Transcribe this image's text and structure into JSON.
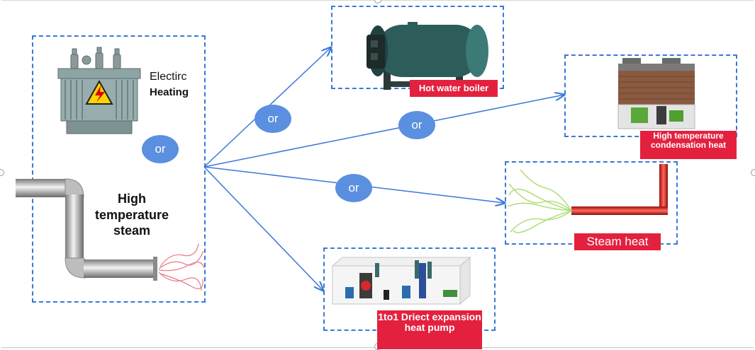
{
  "source": {
    "electric_word": "Electirc",
    "heating_word": "Heating",
    "or_label": "or",
    "steam_label": "High temperature steam"
  },
  "connector_labels": {
    "or_1": "or",
    "or_2": "or",
    "or_3": "or"
  },
  "targets": {
    "hot_water_boiler": "Hot water boiler",
    "condensation_heat": "High temperature condensation heat",
    "steam_heat": "Steam heat",
    "heat_pump": "1to1 Driect expansion heat pump"
  },
  "colors": {
    "dash_border": "#3a78d8",
    "arrow": "#3a78d8",
    "or_bubble": "#5b8fe0",
    "label_red": "#e3213f"
  },
  "icons": [
    "transformer-icon",
    "steam-pipe-icon",
    "boiler-icon",
    "condensing-unit-icon",
    "steam-heat-pipe-icon",
    "heat-pump-unit-icon"
  ]
}
